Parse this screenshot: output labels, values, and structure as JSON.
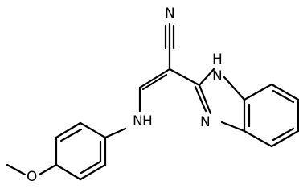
{
  "structure": {
    "atoms": {
      "nitrile_n": "N",
      "imidazole_nh": "N",
      "imidazole_h": "H",
      "imidazole_n": "N",
      "amine_n": "N",
      "amine_h": "H",
      "ether_o": "O"
    }
  }
}
